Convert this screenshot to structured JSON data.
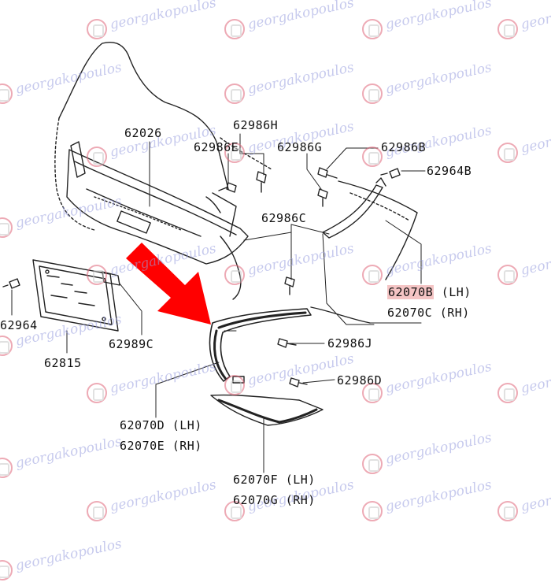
{
  "watermark": {
    "text": "georgakopoulos",
    "colors": {
      "logo": "#e0667a",
      "text": "#9aa0e0"
    }
  },
  "callout_arrow": {
    "color": "#ff0000"
  },
  "highlight_color": "#f4c4c4",
  "labels": {
    "p62026": "62026",
    "p62986H": "62986H",
    "p62986E": "62986E",
    "p62986G": "62986G",
    "p62986B": "62986B",
    "p62964B": "62964B",
    "p62986C": "62986C",
    "p62070B": "62070B",
    "p62070B_side": "(LH)",
    "p62070C": "62070C (RH)",
    "p62964": "62964",
    "p62815": "62815",
    "p62989C": "62989C",
    "p62986J": "62986J",
    "p62986D": "62986D",
    "p62070D": "62070D (LH)",
    "p62070E": "62070E (RH)",
    "p62070F": "62070F (LH)",
    "p62070G": "62070G (RH)"
  }
}
